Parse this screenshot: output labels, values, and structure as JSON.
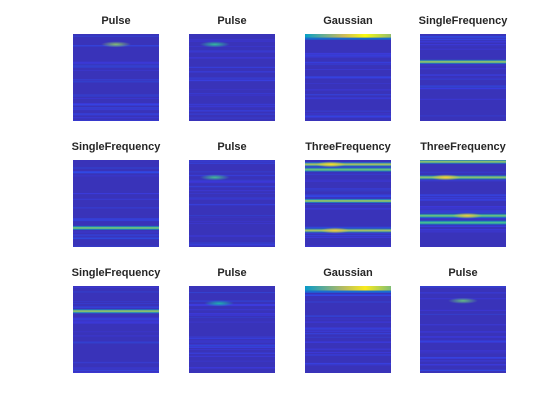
{
  "figure": {
    "background": "#ffffff",
    "title_color": "#262626",
    "colormap": "parula",
    "colormap_stops": [
      "#352a87",
      "#3e3df0",
      "#0f72e0",
      "#07a2c6",
      "#2dbba0",
      "#8bbe6e",
      "#d9ba55",
      "#fcd231",
      "#f9fb0e"
    ]
  },
  "chart_data": [
    {
      "type": "heatmap",
      "title": "Pulse",
      "grid": false,
      "features": [
        {
          "kind": "blob",
          "y": 0.12,
          "x": 0.5,
          "strength": 0.55
        }
      ]
    },
    {
      "type": "heatmap",
      "title": "Pulse",
      "grid": false,
      "features": [
        {
          "kind": "blob",
          "y": 0.12,
          "x": 0.3,
          "strength": 0.42
        }
      ]
    },
    {
      "type": "heatmap",
      "title": "Gaussian",
      "grid": false,
      "features": [
        {
          "kind": "topband",
          "y": 0.02,
          "strength": 0.9
        }
      ]
    },
    {
      "type": "heatmap",
      "title": "SingleFrequency",
      "grid": false,
      "features": [
        {
          "kind": "line",
          "y": 0.32,
          "strength": 0.55
        }
      ]
    },
    {
      "type": "heatmap",
      "title": "SingleFrequency",
      "grid": false,
      "features": [
        {
          "kind": "line",
          "y": 0.78,
          "strength": 0.5
        }
      ]
    },
    {
      "type": "heatmap",
      "title": "Pulse",
      "grid": false,
      "features": [
        {
          "kind": "blob",
          "y": 0.2,
          "x": 0.3,
          "strength": 0.45
        }
      ]
    },
    {
      "type": "heatmap",
      "title": "ThreeFrequency",
      "grid": false,
      "features": [
        {
          "kind": "line",
          "y": 0.05,
          "strength": 0.6
        },
        {
          "kind": "line",
          "y": 0.11,
          "strength": 0.5
        },
        {
          "kind": "line",
          "y": 0.47,
          "strength": 0.55
        },
        {
          "kind": "line",
          "y": 0.81,
          "strength": 0.6
        },
        {
          "kind": "blob",
          "y": 0.05,
          "x": 0.3,
          "strength": 0.9
        },
        {
          "kind": "blob",
          "y": 0.81,
          "x": 0.35,
          "strength": 0.8
        }
      ]
    },
    {
      "type": "heatmap",
      "title": "ThreeFrequency",
      "grid": false,
      "features": [
        {
          "kind": "line",
          "y": 0.02,
          "strength": 0.55
        },
        {
          "kind": "line",
          "y": 0.2,
          "strength": 0.55
        },
        {
          "kind": "line",
          "y": 0.64,
          "strength": 0.5
        },
        {
          "kind": "line",
          "y": 0.72,
          "strength": 0.45
        },
        {
          "kind": "blob",
          "y": 0.2,
          "x": 0.3,
          "strength": 0.85
        },
        {
          "kind": "blob",
          "y": 0.64,
          "x": 0.55,
          "strength": 0.8
        }
      ]
    },
    {
      "type": "heatmap",
      "title": "SingleFrequency",
      "grid": false,
      "features": [
        {
          "kind": "line",
          "y": 0.29,
          "strength": 0.55
        }
      ]
    },
    {
      "type": "heatmap",
      "title": "Pulse",
      "grid": false,
      "features": [
        {
          "kind": "blob",
          "y": 0.2,
          "x": 0.35,
          "strength": 0.35
        }
      ]
    },
    {
      "type": "heatmap",
      "title": "Gaussian",
      "grid": false,
      "features": [
        {
          "kind": "topband",
          "y": 0.03,
          "strength": 0.85
        }
      ]
    },
    {
      "type": "heatmap",
      "title": "Pulse",
      "grid": false,
      "features": [
        {
          "kind": "blob",
          "y": 0.17,
          "x": 0.5,
          "strength": 0.5
        }
      ]
    }
  ]
}
